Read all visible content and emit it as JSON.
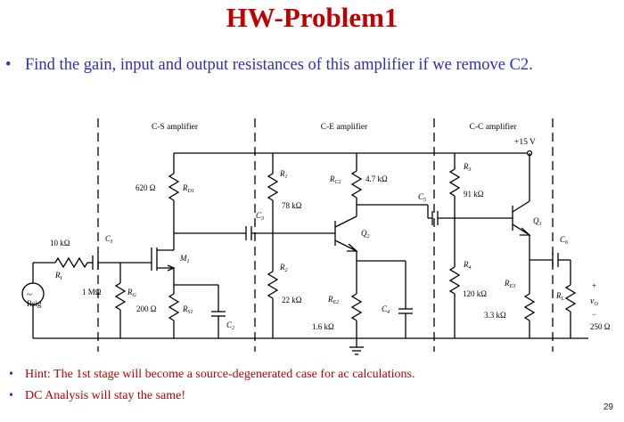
{
  "slide": {
    "title": "HW-Problem1",
    "bullet": "Find the gain, input and output resistances of this amplifier if we remove C2.",
    "hints": [
      "Hint: The 1st  stage will become a source-degenerated case for ac calculations.",
      "DC Analysis will stay the same!"
    ],
    "page_number": "29"
  },
  "circuit": {
    "stages": [
      "C-S amplifier",
      "C-E amplifier",
      "C-C amplifier"
    ],
    "supply": "+15 V",
    "source": {
      "value": "10 kΩ",
      "name": "R",
      "sub": "I",
      "label": "Rsig",
      "signal": "~"
    },
    "capacitors": {
      "c1": "C",
      "c1_sub": "I",
      "c2": "C",
      "c2_sub": "2",
      "c3": "C",
      "c3_sub": "3",
      "c4": "C",
      "c4_sub": "4",
      "c5": "C",
      "c5_sub": "5",
      "c6": "C",
      "c6_sub": "6"
    },
    "cs_stage": {
      "rd_value": "620 Ω",
      "rd_name": "R",
      "rd_sub": "D1",
      "rg_value": "1 MΩ",
      "rg_name": "R",
      "rg_sub": "G",
      "rs_value": "200 Ω",
      "rs_name": "R",
      "rs_sub": "S1",
      "m_name": "M",
      "m_sub": "1"
    },
    "ce_stage": {
      "r1_name": "R",
      "r1_sub": "1",
      "r1_value": "78 kΩ",
      "r2_name": "R",
      "r2_sub": "2",
      "r2_value": "22 kΩ",
      "rc_name": "R",
      "rc_sub": "C2",
      "rc_value": "4.7 kΩ",
      "re_name": "R",
      "re_sub": "E2",
      "re_value": "1.6 kΩ",
      "q_name": "Q",
      "q_sub": "2"
    },
    "cc_stage": {
      "r3_name": "R",
      "r3_sub": "3",
      "r3_value": "91 kΩ",
      "r4_name": "R",
      "r4_sub": "4",
      "r4_value": "120 kΩ",
      "re_name": "R",
      "re_sub": "E3",
      "re_value": "3.3 kΩ",
      "q_name": "Q",
      "q_sub": "3"
    },
    "load": {
      "name": "R",
      "sub": "L",
      "value": "250 Ω",
      "out_v": "v",
      "out_sub": "O",
      "plus": "+",
      "minus": "−"
    }
  },
  "colors": {
    "title": "#c00000",
    "bullet": "#2b2fbf",
    "hint": "#c00000"
  }
}
